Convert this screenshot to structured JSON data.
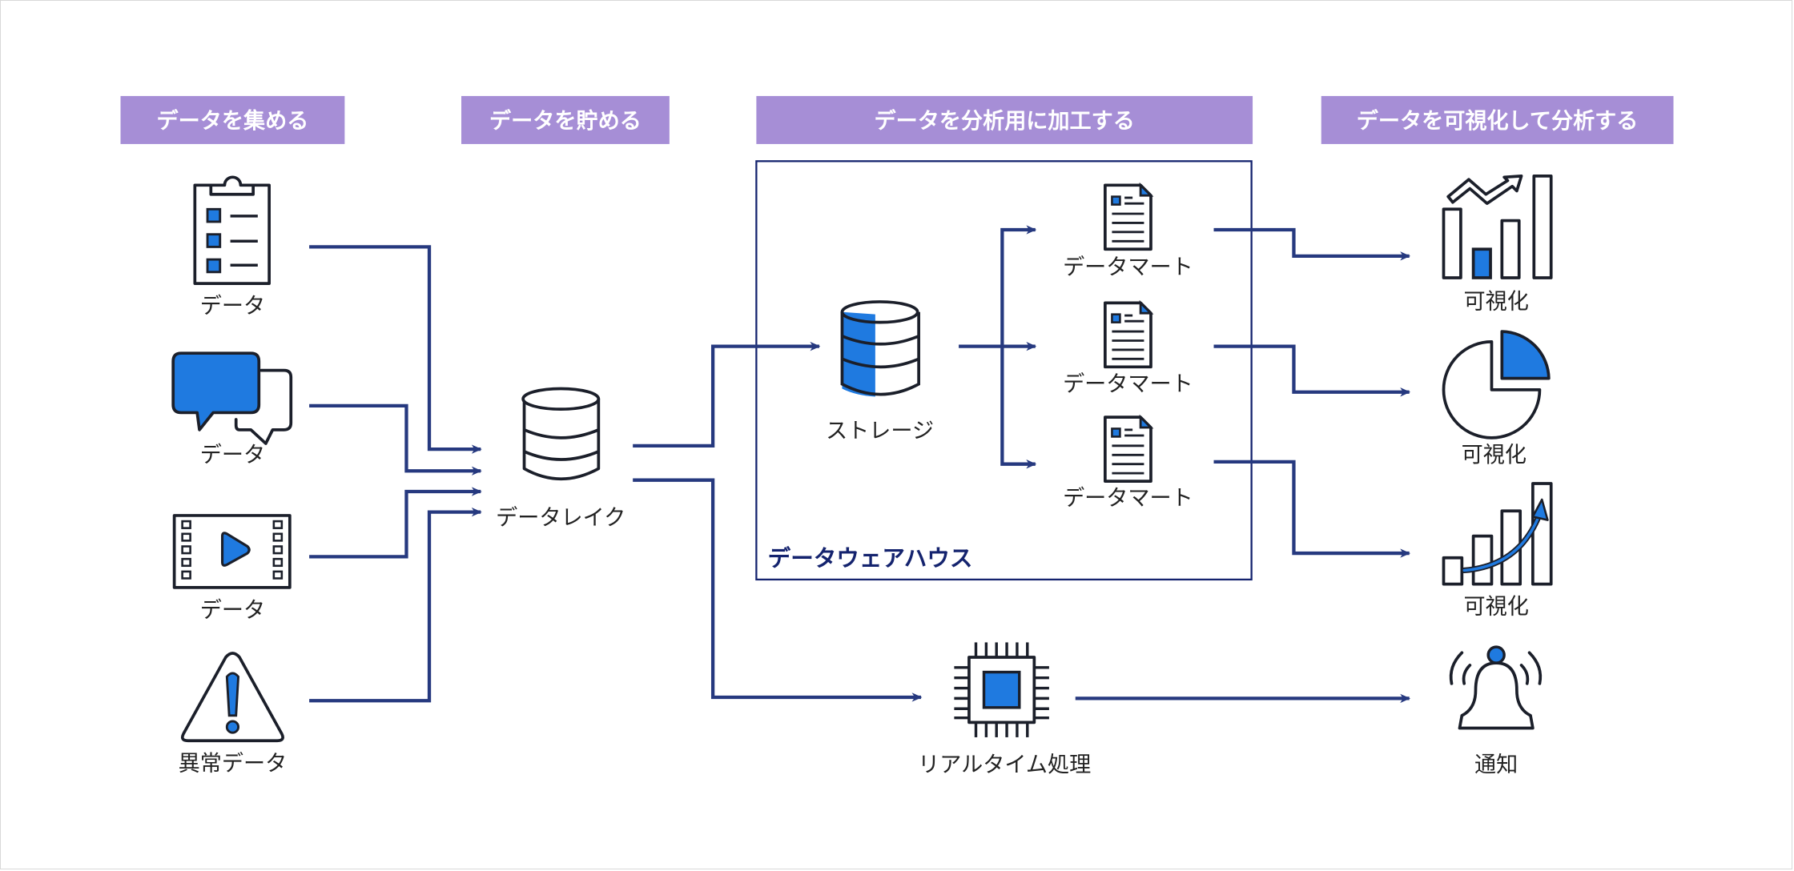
{
  "colors": {
    "header_bg": "#a68ed6",
    "header_text": "#ffffff",
    "connector": "#26397f",
    "accent_blue": "#1f7ae0",
    "icon_stroke": "#1b1f2a",
    "warehouse_border": "#14236e"
  },
  "headers": [
    {
      "label": "データを集める"
    },
    {
      "label": "データを貯める"
    },
    {
      "label": "データを分析用に加工する"
    },
    {
      "label": "データを可視化して分析する"
    }
  ],
  "sources": [
    {
      "icon": "clipboard-icon",
      "label": "データ"
    },
    {
      "icon": "chat-bubbles-icon",
      "label": "データ"
    },
    {
      "icon": "video-film-icon",
      "label": "データ"
    },
    {
      "icon": "warning-icon",
      "label": "異常データ"
    }
  ],
  "data_lake": {
    "icon": "data-lake-icon",
    "label": "データレイク"
  },
  "warehouse": {
    "title": "データウェアハウス",
    "storage": {
      "icon": "database-icon",
      "label": "ストレージ"
    },
    "marts": [
      {
        "icon": "document-icon",
        "label": "データマート"
      },
      {
        "icon": "document-icon",
        "label": "データマート"
      },
      {
        "icon": "document-icon",
        "label": "データマート"
      }
    ]
  },
  "realtime": {
    "icon": "cpu-chip-icon",
    "label": "リアルタイム処理"
  },
  "outputs": [
    {
      "icon": "bar-chart-trend-icon",
      "label": "可視化"
    },
    {
      "icon": "pie-chart-icon",
      "label": "可視化"
    },
    {
      "icon": "growth-chart-icon",
      "label": "可視化"
    },
    {
      "icon": "bell-icon",
      "label": "通知"
    }
  ]
}
